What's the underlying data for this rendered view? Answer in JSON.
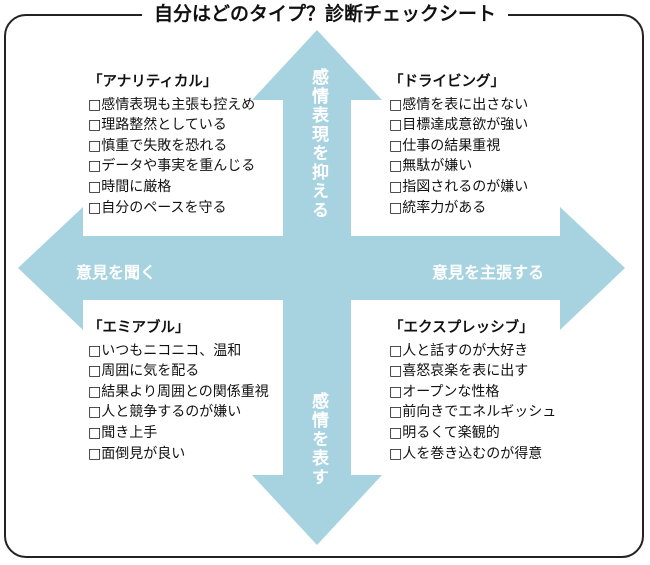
{
  "title": "自分はどのタイプ？診断チェックシート",
  "colors": {
    "arrow": "#a7d3e0",
    "border": "#222222",
    "arrow_text": "#ffffff"
  },
  "axes": {
    "top": "感情表現を抑える",
    "bottom": "感情を表す",
    "left": "意見を聞く",
    "right": "意見を主張する"
  },
  "quadrants": {
    "analytical": {
      "title": "「アナリティカル」",
      "items": [
        "□感情表現も主張も控えめ",
        "□理路整然としている",
        "□慎重で失敗を恐れる",
        "□データや事実を重んじる",
        "□時間に厳格",
        "□自分のペースを守る"
      ]
    },
    "driving": {
      "title": "「ドライビング」",
      "items": [
        "□感情を表に出さない",
        "□目標達成意欲が強い",
        "□仕事の結果重視",
        "□無駄が嫌い",
        "□指図されるのが嫌い",
        "□統率力がある"
      ]
    },
    "amiable": {
      "title": "「エミアブル」",
      "items": [
        "□いつもニコニコ、温和",
        "□周囲に気を配る",
        "□結果より周囲との関係重視",
        "□人と競争するのが嫌い",
        "□聞き上手",
        "□面倒見が良い"
      ]
    },
    "expressive": {
      "title": "「エクスプレッシブ」",
      "items": [
        "□人と話すのが大好き",
        "□喜怒哀楽を表に出す",
        "□オープンな性格",
        "□前向きでエネルギッシュ",
        "□明るくて楽観的",
        "□人を巻き込むのが得意"
      ]
    }
  }
}
